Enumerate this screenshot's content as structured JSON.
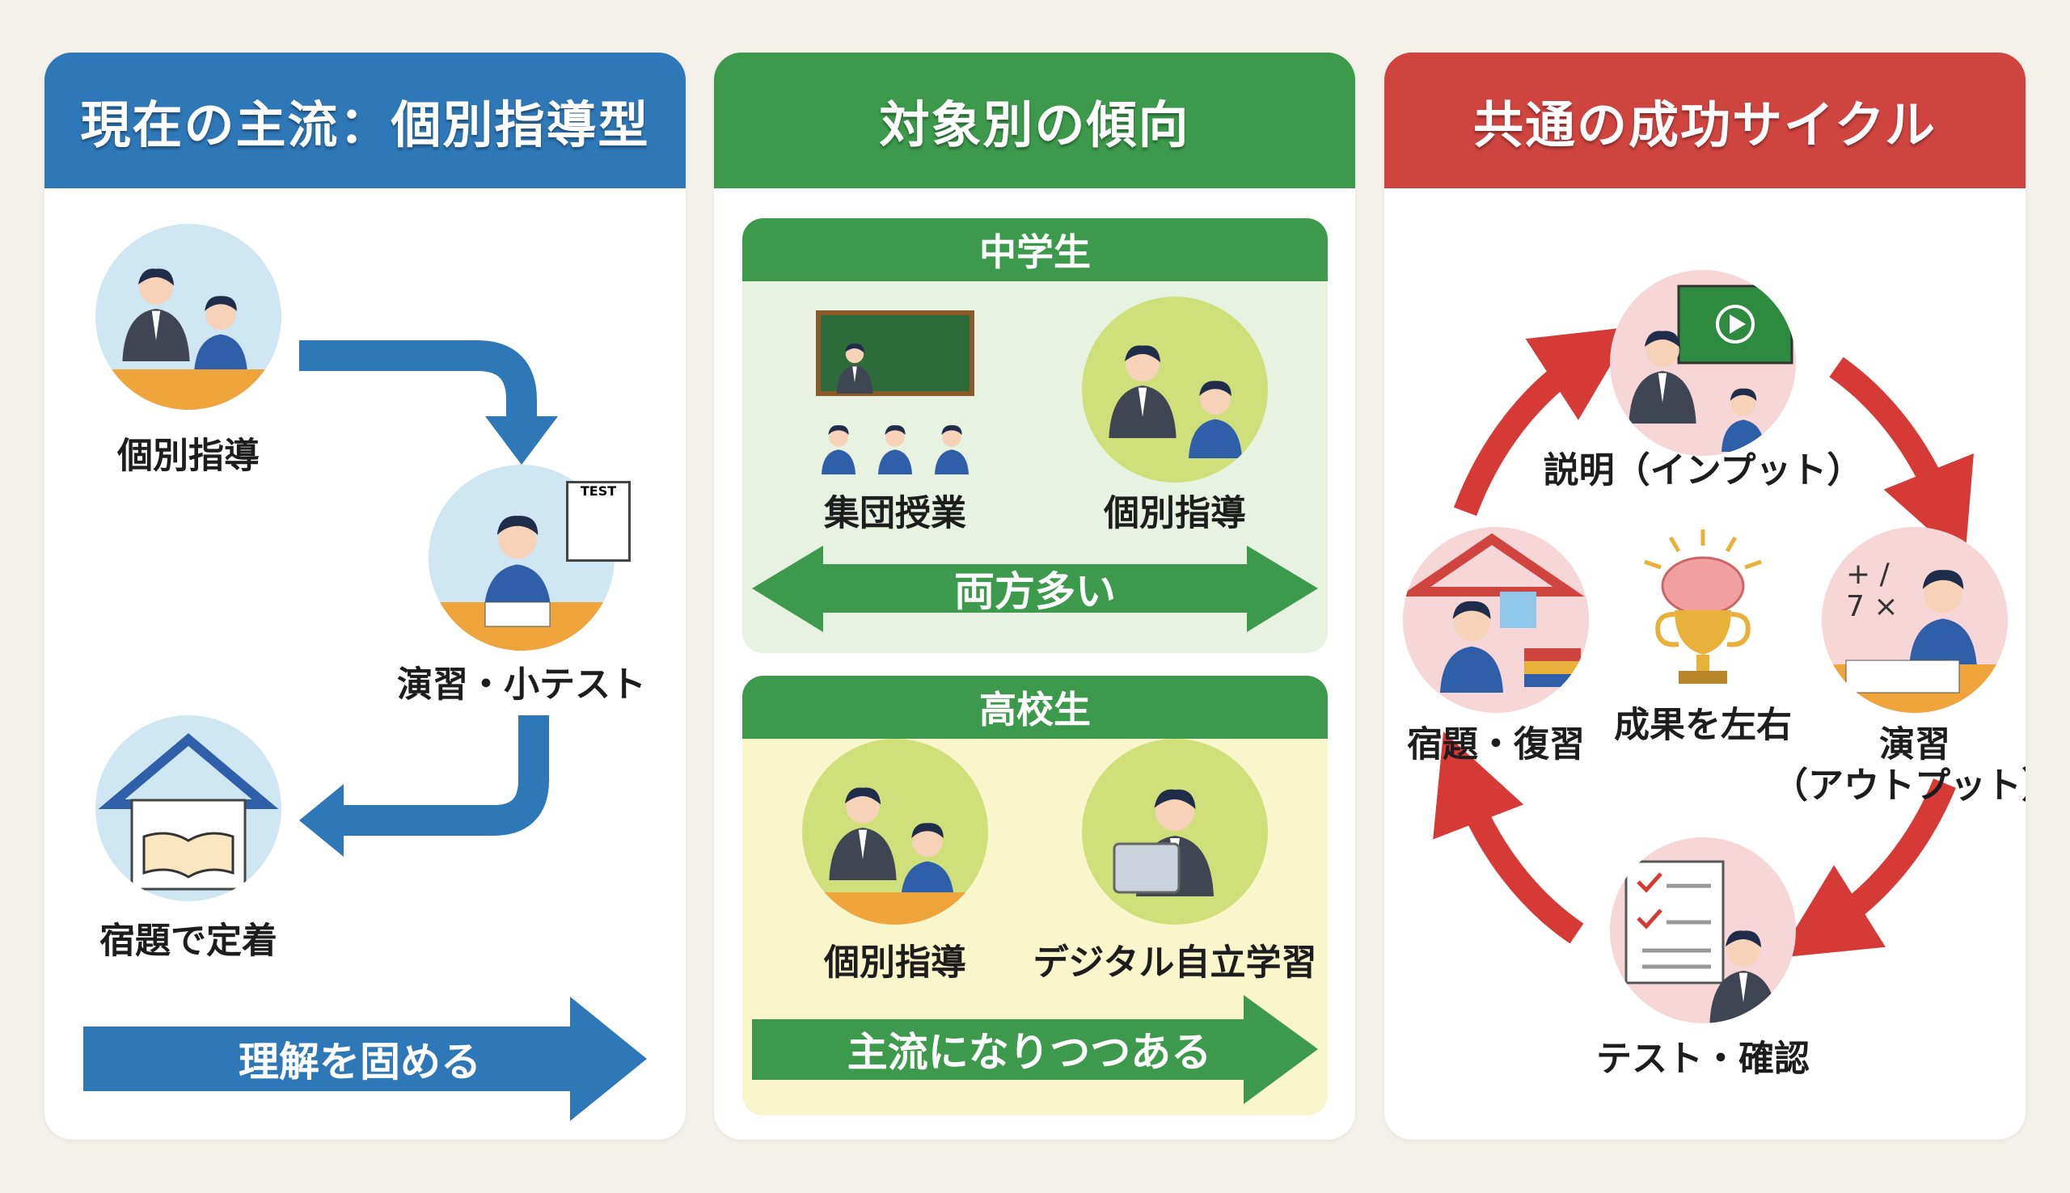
{
  "colors": {
    "background": "#f4f1ea",
    "blue": "#2f78b8",
    "green": "#3d9a4c",
    "red": "#d04440",
    "junior_bg": "#e8f2e0",
    "senior_bg": "#faf6cc"
  },
  "panel1": {
    "title": "現在の主流：個別指導型",
    "steps": [
      {
        "label": "個別指導",
        "icon": "teacher-student-icon"
      },
      {
        "label": "演習・小テスト",
        "icon": "student-test-icon"
      },
      {
        "label": "宿題で定着",
        "icon": "home-book-icon"
      }
    ],
    "arrow_label": "理解を固める"
  },
  "panel2": {
    "title": "対象別の傾向",
    "junior": {
      "title": "中学生",
      "items": [
        {
          "label": "集団授業",
          "icon": "classroom-icon"
        },
        {
          "label": "個別指導",
          "icon": "teacher-student-icon"
        }
      ],
      "arrow_label": "両方多い"
    },
    "senior": {
      "title": "高校生",
      "items": [
        {
          "label": "個別指導",
          "icon": "teacher-student-icon"
        },
        {
          "label": "デジタル自立学習",
          "icon": "tablet-student-icon"
        }
      ],
      "arrow_label": "主流になりつつある"
    }
  },
  "panel3": {
    "title": "共通の成功サイクル",
    "center": "成果を左右",
    "steps": [
      {
        "label": "説明（インプット）",
        "icon": "video-lecture-icon"
      },
      {
        "label": "演習",
        "sub": "（アウトプット）",
        "icon": "student-writing-icon"
      },
      {
        "label": "テスト・確認",
        "icon": "checklist-icon"
      },
      {
        "label": "宿題・復習",
        "icon": "home-study-icon"
      }
    ]
  }
}
